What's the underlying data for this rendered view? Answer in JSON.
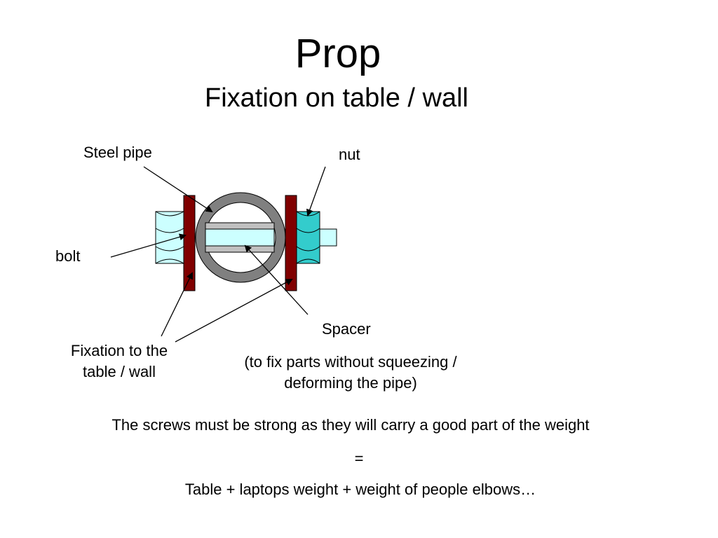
{
  "title": "Prop",
  "subtitle": "Fixation on table / wall",
  "labels": {
    "steel_pipe": "Steel pipe",
    "nut": "nut",
    "bolt": "bolt",
    "spacer": "Spacer",
    "fixation": "Fixation to the table / wall",
    "spacer_note": "(to fix parts without squeezing / deforming the pipe)"
  },
  "notes": {
    "screws": "The screws must be strong as they will carry a good part of the weight",
    "equals": "=",
    "weight": "Table + laptops weight + weight of people elbows…"
  },
  "colors": {
    "plate": "#800000",
    "pipe": "#808080",
    "spacer_fill": "#ccffff",
    "spacer_plate": "#c0c0c0",
    "bolt_head": "#ccffff",
    "nut": "#33cccc",
    "bolt_shaft": "#ccffff"
  }
}
